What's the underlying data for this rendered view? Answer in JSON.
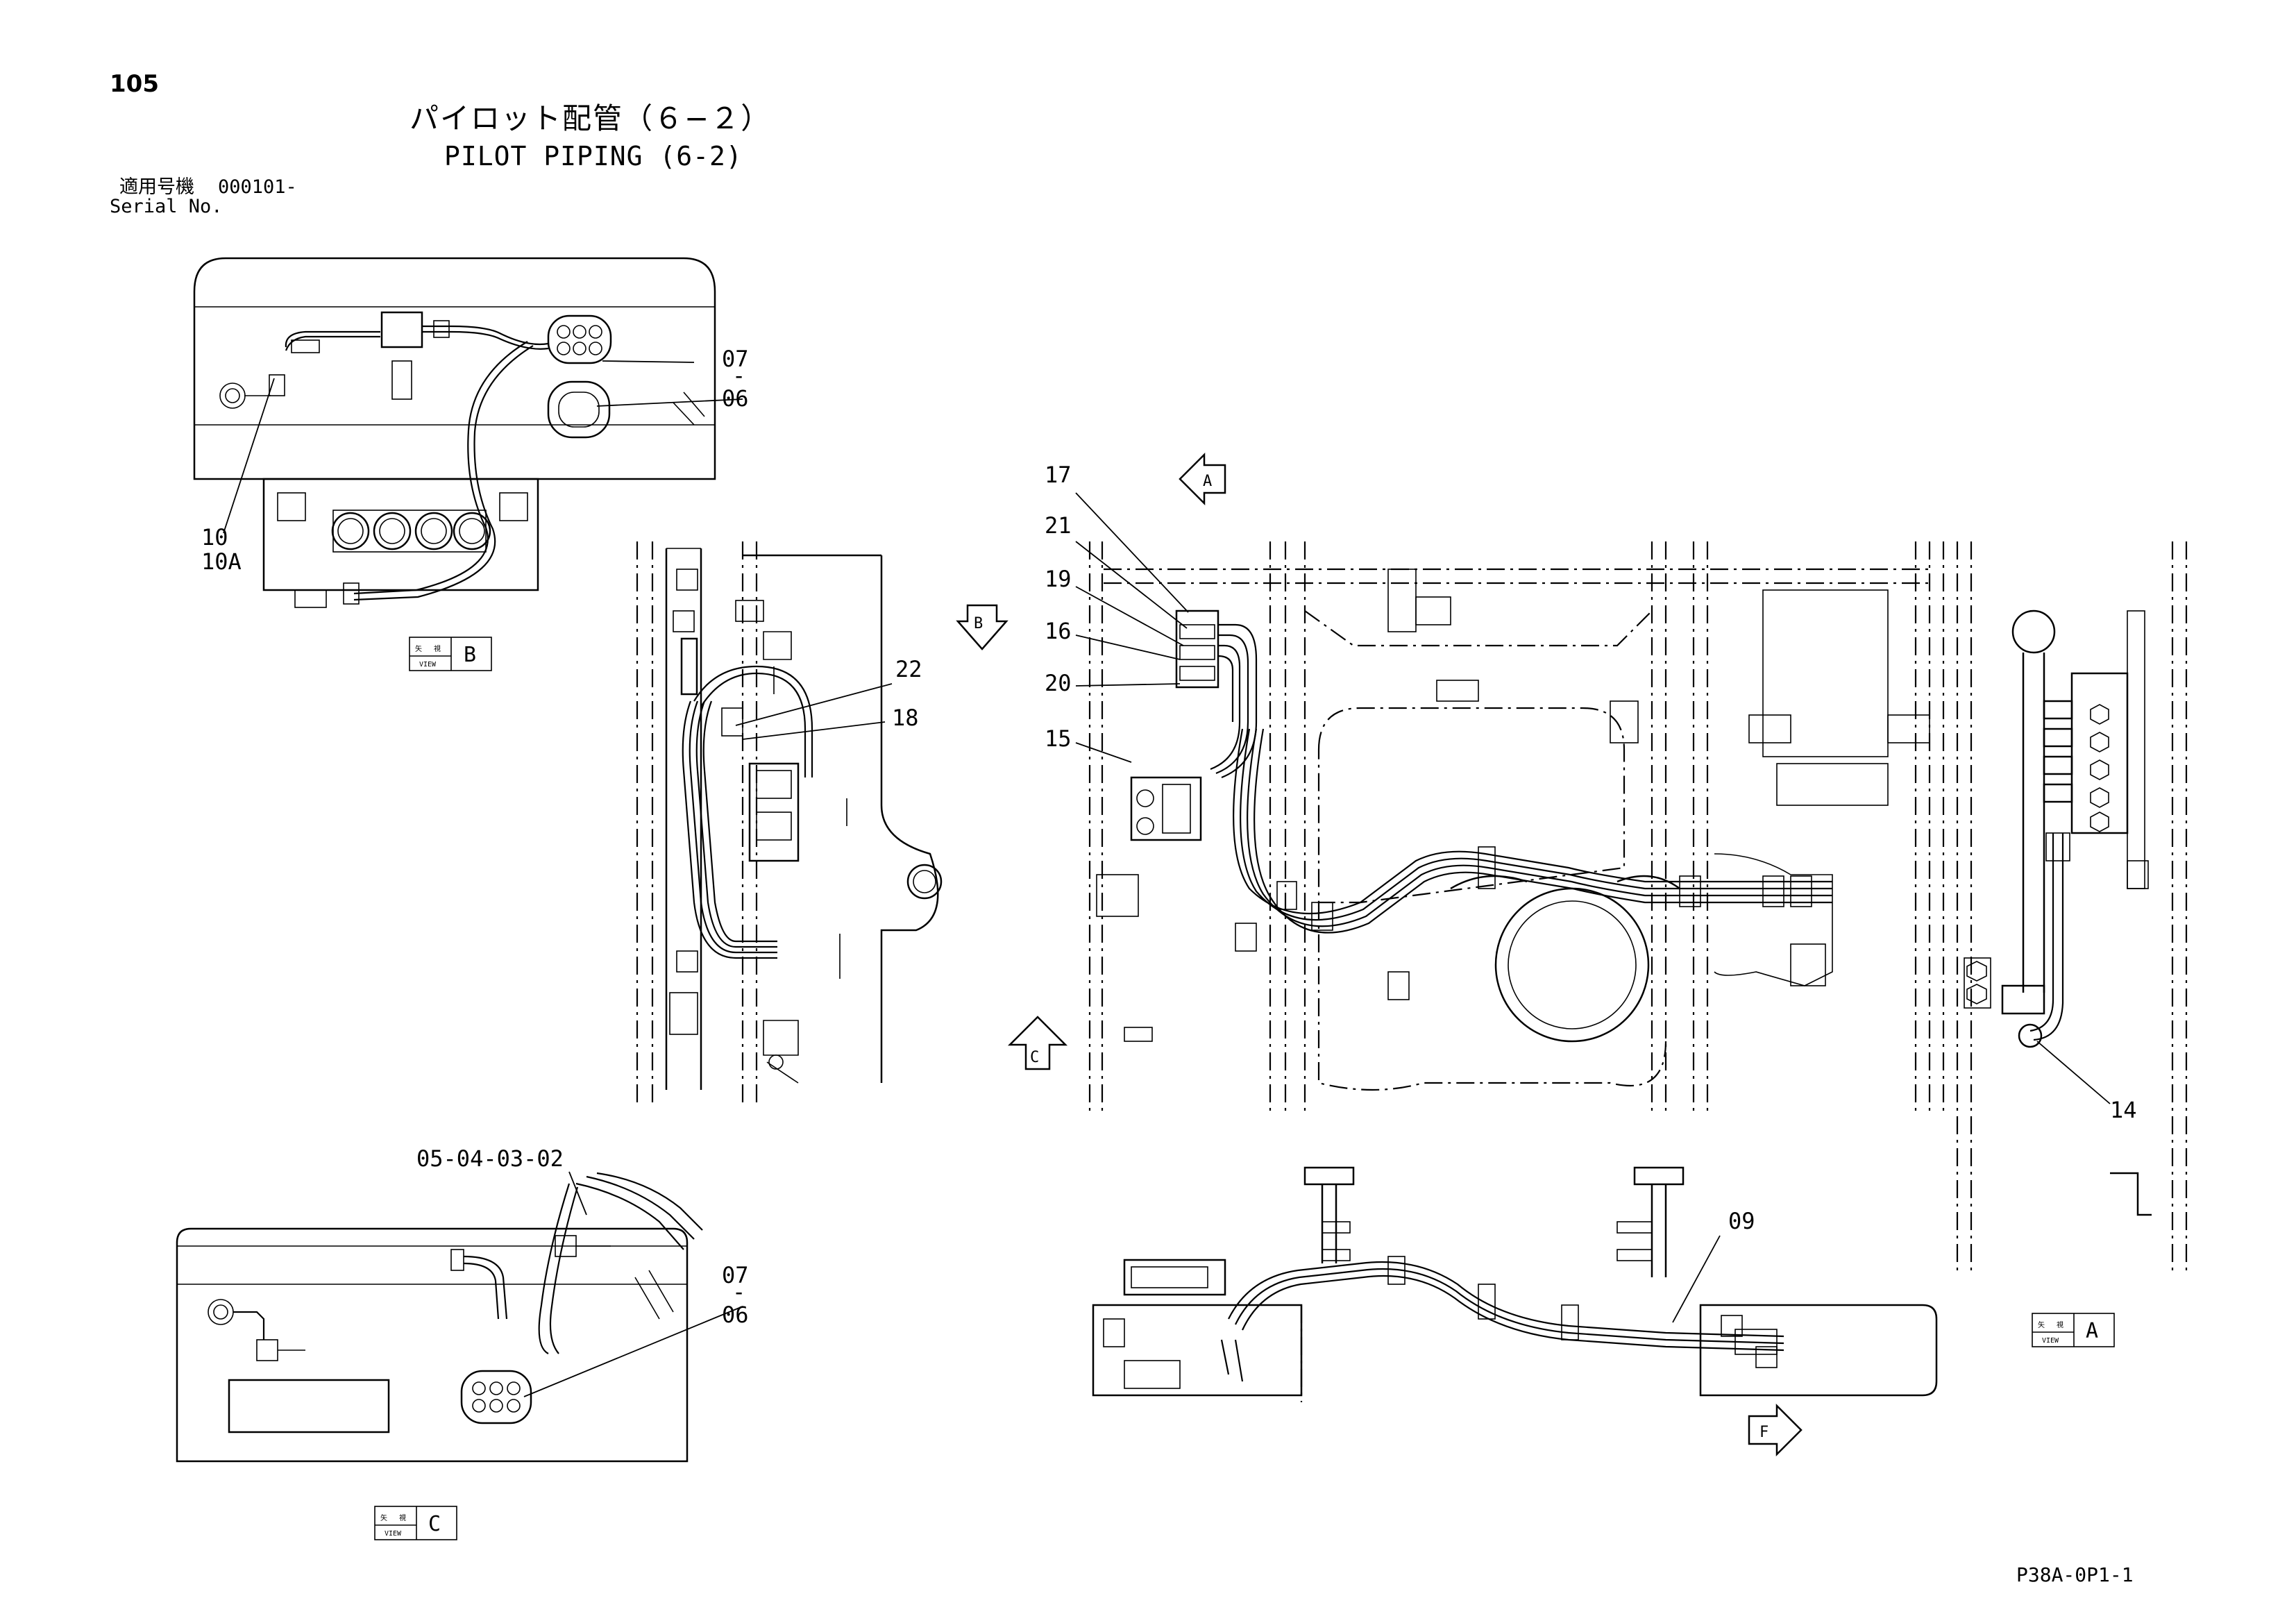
{
  "page_number": "105",
  "title_jp": "パイロット配管（６−２）",
  "title_en": "PILOT PIPING (6-2)",
  "serial_label_jp": "適用号機",
  "serial_value": "000101-",
  "serial_label_en": "Serial No.",
  "drawing_number": "P38A-0P1-1",
  "callouts": {
    "c07_top": "07",
    "c06_top": "06",
    "c10": "10",
    "c10a": "10A",
    "c17": "17",
    "c21": "21",
    "c19": "19",
    "c16": "16",
    "c20": "20",
    "c15": "15",
    "c22": "22",
    "c18": "18",
    "c14": "14",
    "c09": "09",
    "c07_bot": "07",
    "c06_bot": "06",
    "ref": "05-04-03-02"
  },
  "views": {
    "view_word": "VIEW",
    "view_kanji_a": "矢",
    "view_kanji_b": "視",
    "b": "B",
    "a": "A",
    "c": "C"
  },
  "arrows": {
    "a": "A",
    "b": "B",
    "c": "C",
    "f": "F"
  }
}
